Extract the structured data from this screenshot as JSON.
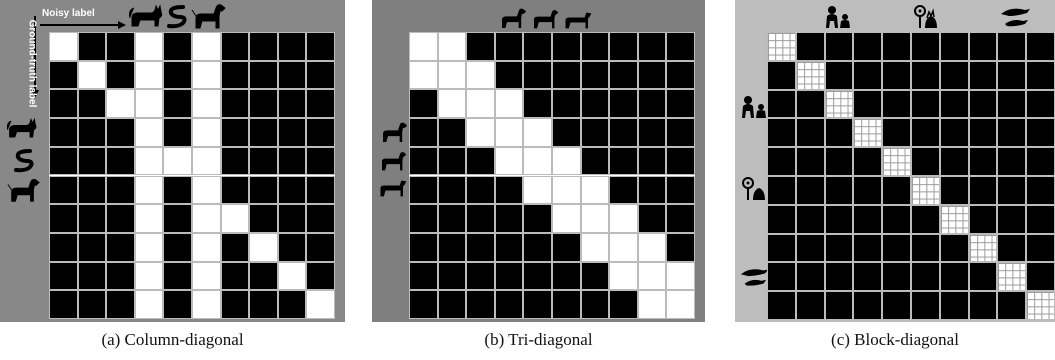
{
  "colors": {
    "panel_a_bg": "#888888",
    "panel_b_bg": "#7f7f7f",
    "panel_c_bg": "#bdbdbd",
    "on": "#ffffff",
    "off": "#000000",
    "grid_line": "#bbbbbb"
  },
  "panels": [
    {
      "id": "a",
      "caption": "(a) Column-diagonal",
      "noisy_label": "Noisy label",
      "gt_label": "Ground-truth label",
      "size": 10,
      "pattern": "column-diagonal",
      "column_icons": [
        "cat-icon",
        "snake-icon",
        "dog-icon"
      ],
      "row_icons": [
        "cat-icon",
        "snake-icon",
        "dog-icon"
      ]
    },
    {
      "id": "b",
      "caption": "(b) Tri-diagonal",
      "size": 10,
      "pattern": "tri-diagonal",
      "column_icons": [
        "dog-icon",
        "dog-icon",
        "dog-icon"
      ],
      "row_icons": [
        "dog-icon",
        "dog-icon",
        "dog-icon"
      ]
    },
    {
      "id": "c",
      "caption": "(c) Block-diagonal",
      "size": 10,
      "pattern": "block-diagonal",
      "column_icons": [
        "gorilla-icon",
        "flower-icon",
        "dolphin-icon"
      ],
      "row_icons": [
        "gorilla-icon",
        "flower-icon",
        "dolphin-icon"
      ]
    }
  ]
}
